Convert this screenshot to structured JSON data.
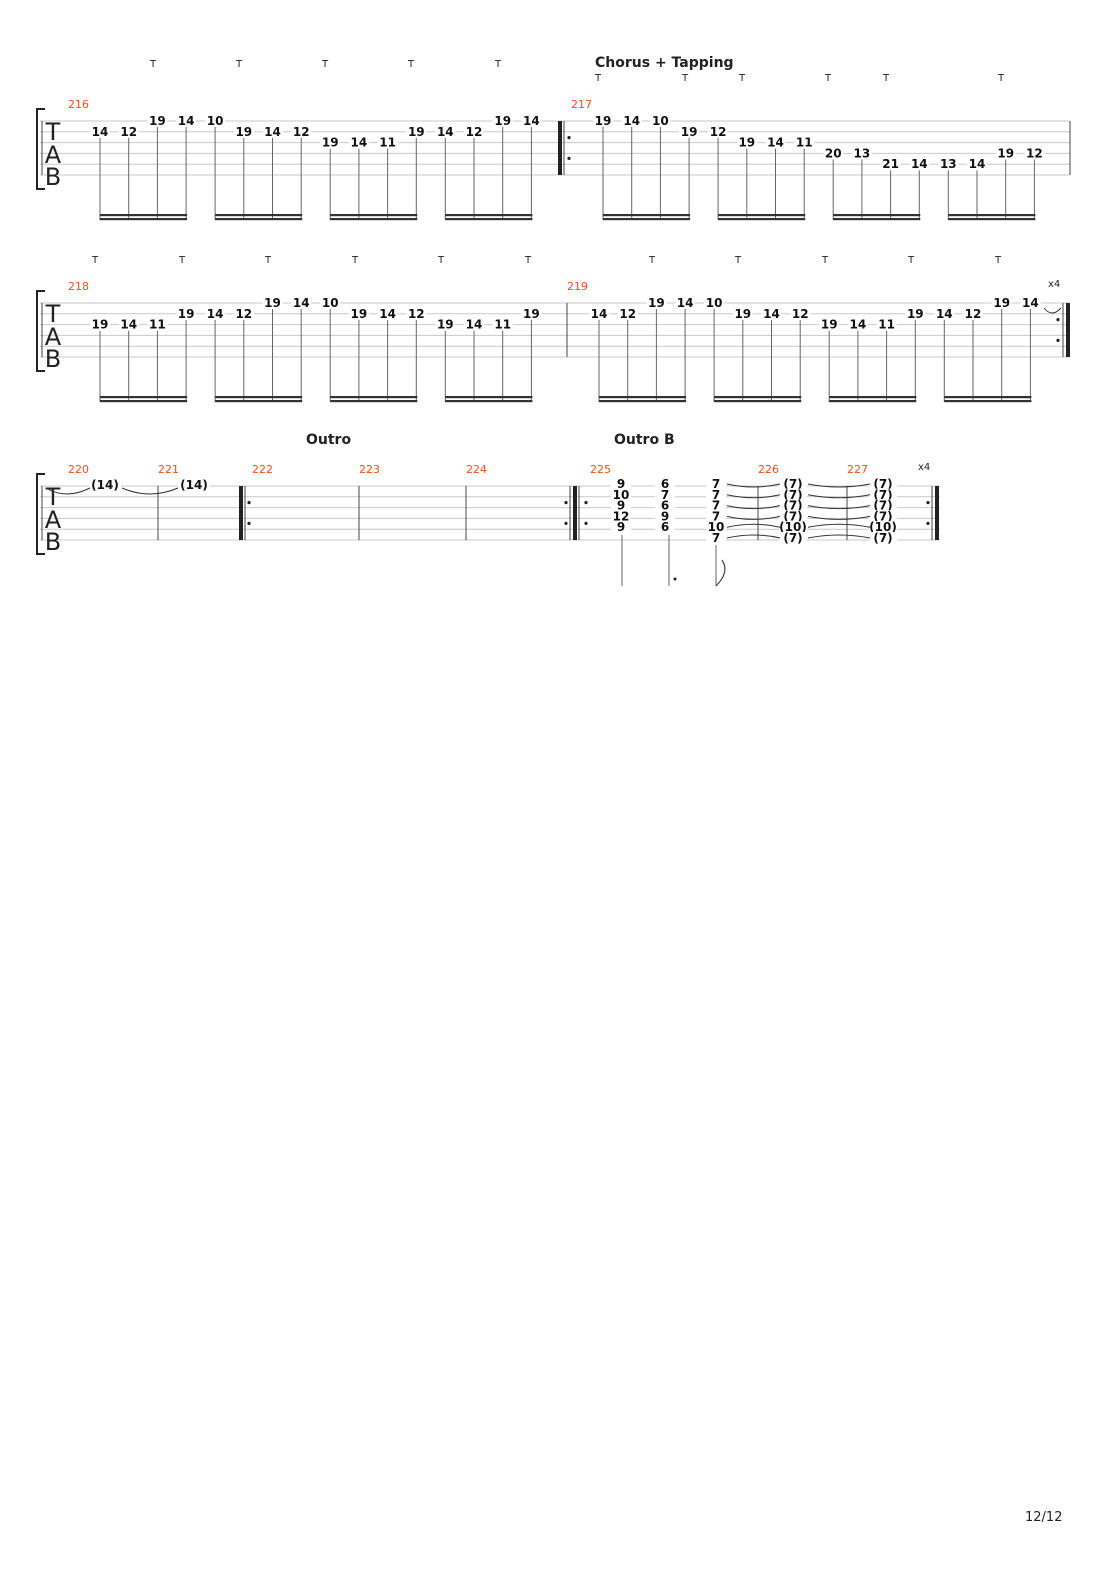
{
  "page_number": "12/12",
  "tab_clef_letters": [
    "T",
    "A",
    "B"
  ],
  "tap_label": "T",
  "systems": [
    {
      "tap_marks": 11,
      "sections": [
        {
          "text": "Chorus + Tapping"
        }
      ],
      "bars": [
        {
          "number": "216",
          "notes": [
            {
              "f": "14",
              "s": 2
            },
            {
              "f": "12",
              "s": 2
            },
            {
              "f": "19",
              "s": 1
            },
            {
              "f": "14",
              "s": 1
            },
            {
              "f": "10",
              "s": 1
            },
            {
              "f": "19",
              "s": 2
            },
            {
              "f": "14",
              "s": 2
            },
            {
              "f": "12",
              "s": 2
            },
            {
              "f": "19",
              "s": 3
            },
            {
              "f": "14",
              "s": 3
            },
            {
              "f": "11",
              "s": 3
            },
            {
              "f": "19",
              "s": 2
            },
            {
              "f": "14",
              "s": 2
            },
            {
              "f": "12",
              "s": 2
            },
            {
              "f": "19",
              "s": 1
            },
            {
              "f": "14",
              "s": 1
            }
          ]
        },
        {
          "number": "217",
          "notes": [
            {
              "f": "19",
              "s": 1
            },
            {
              "f": "14",
              "s": 1
            },
            {
              "f": "10",
              "s": 1
            },
            {
              "f": "19",
              "s": 2
            },
            {
              "f": "12",
              "s": 2
            },
            {
              "f": "19",
              "s": 3
            },
            {
              "f": "14",
              "s": 3
            },
            {
              "f": "11",
              "s": 3
            },
            {
              "f": "20",
              "s": 4
            },
            {
              "f": "13",
              "s": 4
            },
            {
              "f": "21",
              "s": 5
            },
            {
              "f": "14",
              "s": 5
            },
            {
              "f": "13",
              "s": 5
            },
            {
              "f": "14",
              "s": 5
            },
            {
              "f": "19",
              "s": 4
            },
            {
              "f": "12",
              "s": 4
            }
          ]
        }
      ]
    },
    {
      "tap_marks": 11,
      "repeat_count": "x4",
      "sections": [],
      "bars": [
        {
          "number": "218",
          "notes": [
            {
              "f": "19",
              "s": 3
            },
            {
              "f": "14",
              "s": 3
            },
            {
              "f": "11",
              "s": 3
            },
            {
              "f": "19",
              "s": 2
            },
            {
              "f": "14",
              "s": 2
            },
            {
              "f": "12",
              "s": 2
            },
            {
              "f": "19",
              "s": 1
            },
            {
              "f": "14",
              "s": 1
            },
            {
              "f": "10",
              "s": 1
            },
            {
              "f": "19",
              "s": 2
            },
            {
              "f": "14",
              "s": 2
            },
            {
              "f": "12",
              "s": 2
            },
            {
              "f": "19",
              "s": 3
            },
            {
              "f": "14",
              "s": 3
            },
            {
              "f": "11",
              "s": 3
            },
            {
              "f": "19",
              "s": 2
            }
          ]
        },
        {
          "number": "219",
          "notes": [
            {
              "f": "14",
              "s": 2
            },
            {
              "f": "12",
              "s": 2
            },
            {
              "f": "19",
              "s": 1
            },
            {
              "f": "14",
              "s": 1
            },
            {
              "f": "10",
              "s": 1
            },
            {
              "f": "19",
              "s": 2
            },
            {
              "f": "14",
              "s": 2
            },
            {
              "f": "12",
              "s": 2
            },
            {
              "f": "19",
              "s": 3
            },
            {
              "f": "14",
              "s": 3
            },
            {
              "f": "11",
              "s": 3
            },
            {
              "f": "19",
              "s": 2
            },
            {
              "f": "14",
              "s": 2
            },
            {
              "f": "12",
              "s": 2
            },
            {
              "f": "19",
              "s": 1
            },
            {
              "f": "14",
              "s": 1
            }
          ]
        }
      ]
    },
    {
      "repeat_count": "x4",
      "sections": [
        {
          "text": "Outro"
        },
        {
          "text": "Outro B"
        }
      ],
      "bars": [
        {
          "number": "220",
          "notes": [
            {
              "f": "(14)",
              "s": 1
            }
          ]
        },
        {
          "number": "221",
          "notes": [
            {
              "f": "(14)",
              "s": 1
            }
          ]
        },
        {
          "number": "222",
          "notes": []
        },
        {
          "number": "223",
          "notes": []
        },
        {
          "number": "224",
          "notes": []
        },
        {
          "number": "225",
          "chords": [
            [
              "9",
              "10",
              "9",
              "12",
              "9"
            ],
            [
              "6",
              "7",
              "6",
              "9",
              "6"
            ],
            [
              "7",
              "7",
              "7",
              "7",
              "10",
              "7"
            ]
          ]
        },
        {
          "number": "226",
          "chords": [
            [
              "(7)",
              "(7)",
              "(7)",
              "(7)",
              "(10)",
              "(7)"
            ]
          ]
        },
        {
          "number": "227",
          "chords": [
            [
              "(7)",
              "(7)",
              "(7)",
              "(7)",
              "(10)",
              "(7)"
            ]
          ]
        }
      ]
    }
  ]
}
